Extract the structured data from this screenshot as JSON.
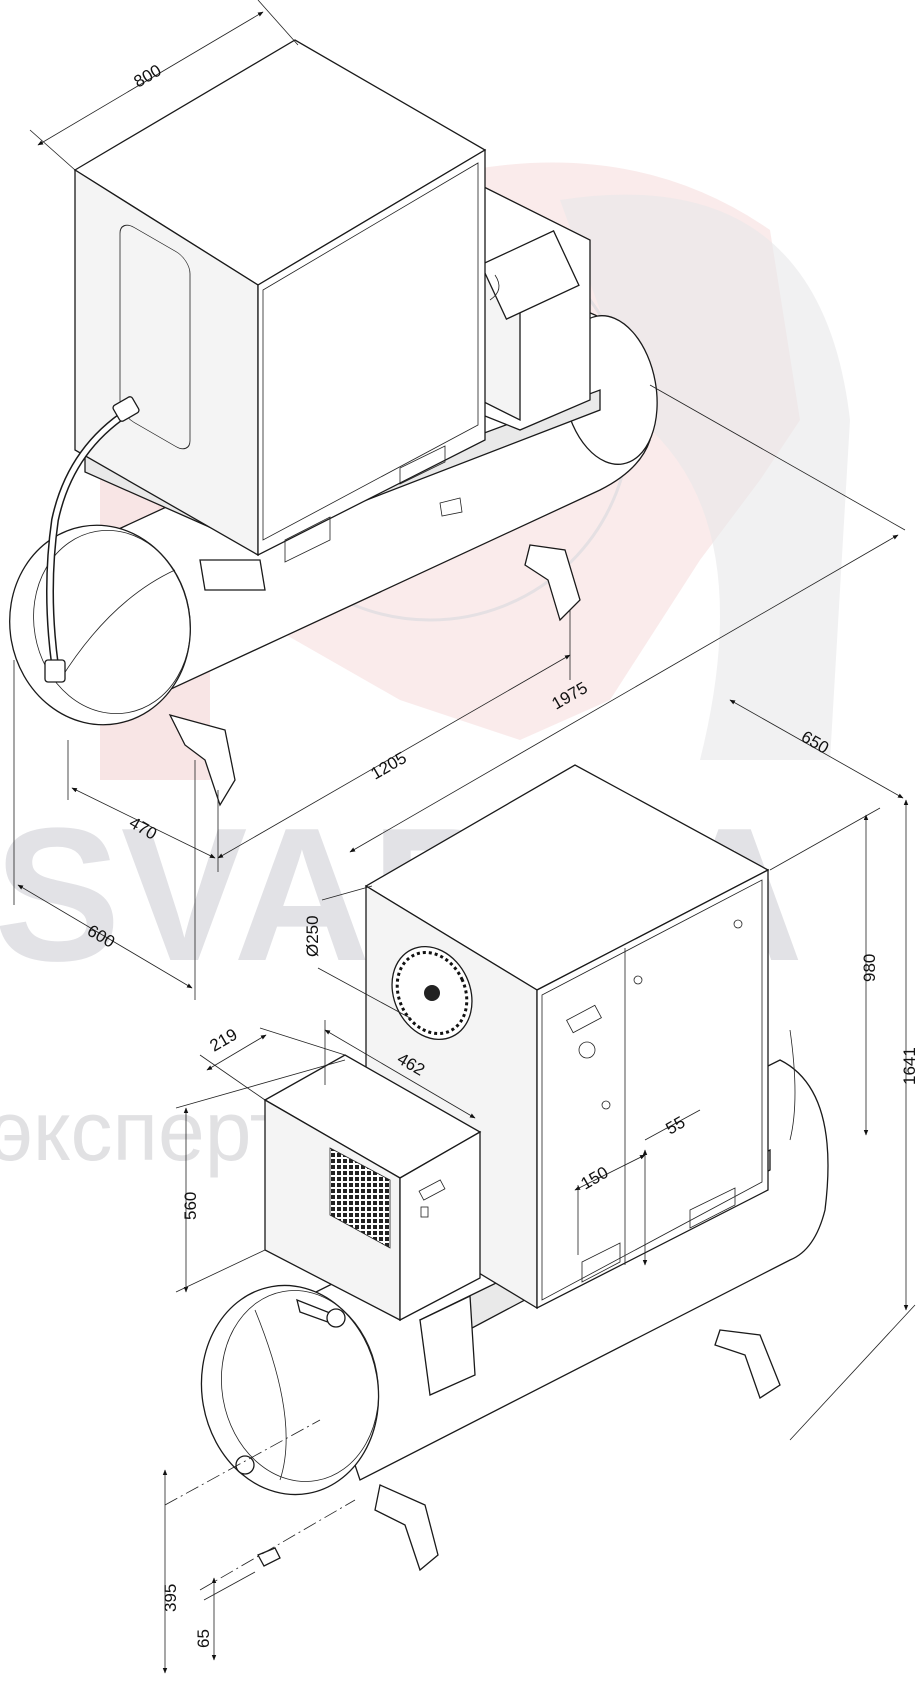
{
  "watermark": {
    "brand": "SVARMA",
    "tagline": "эксперты в сварке",
    "brand_color": "#d4d4da",
    "accent_color": "#f3c9c9"
  },
  "dimensions_top": {
    "width_800": "800",
    "length_1975": "1975",
    "feet_1205": "1205",
    "feet_470": "470",
    "tank_600": "600"
  },
  "dimensions_bottom": {
    "depth_650": "650",
    "height_980": "980",
    "height_1641": "1641",
    "fan_diameter": "Ø250",
    "dryer_219": "219",
    "dryer_462": "462",
    "dryer_560": "560",
    "outlet_150": "150",
    "outlet_55": "55",
    "drain_395": "395",
    "drain_65": "65"
  }
}
